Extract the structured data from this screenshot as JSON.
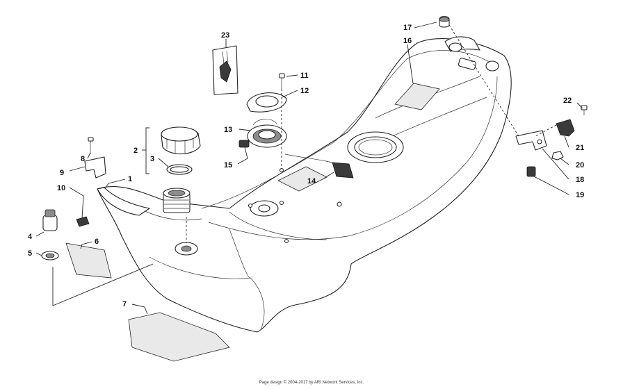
{
  "callouts": [
    {
      "id": "1",
      "label": "1"
    },
    {
      "id": "2",
      "label": "2"
    },
    {
      "id": "3",
      "label": "3"
    },
    {
      "id": "4",
      "label": "4"
    },
    {
      "id": "5",
      "label": "5"
    },
    {
      "id": "6",
      "label": "6"
    },
    {
      "id": "7",
      "label": "7"
    },
    {
      "id": "8",
      "label": "8"
    },
    {
      "id": "9",
      "label": "9"
    },
    {
      "id": "10",
      "label": "10"
    },
    {
      "id": "11",
      "label": "11"
    },
    {
      "id": "12",
      "label": "12"
    },
    {
      "id": "13",
      "label": "13"
    },
    {
      "id": "14",
      "label": "14"
    },
    {
      "id": "15",
      "label": "15"
    },
    {
      "id": "16",
      "label": "16"
    },
    {
      "id": "17",
      "label": "17"
    },
    {
      "id": "18",
      "label": "18"
    },
    {
      "id": "19",
      "label": "19"
    },
    {
      "id": "20",
      "label": "20"
    },
    {
      "id": "21",
      "label": "21"
    },
    {
      "id": "22",
      "label": "22"
    },
    {
      "id": "23",
      "label": "23"
    }
  ],
  "footer": {
    "text": "Page design © 2004-2017 by ARI Network Services, Inc."
  }
}
